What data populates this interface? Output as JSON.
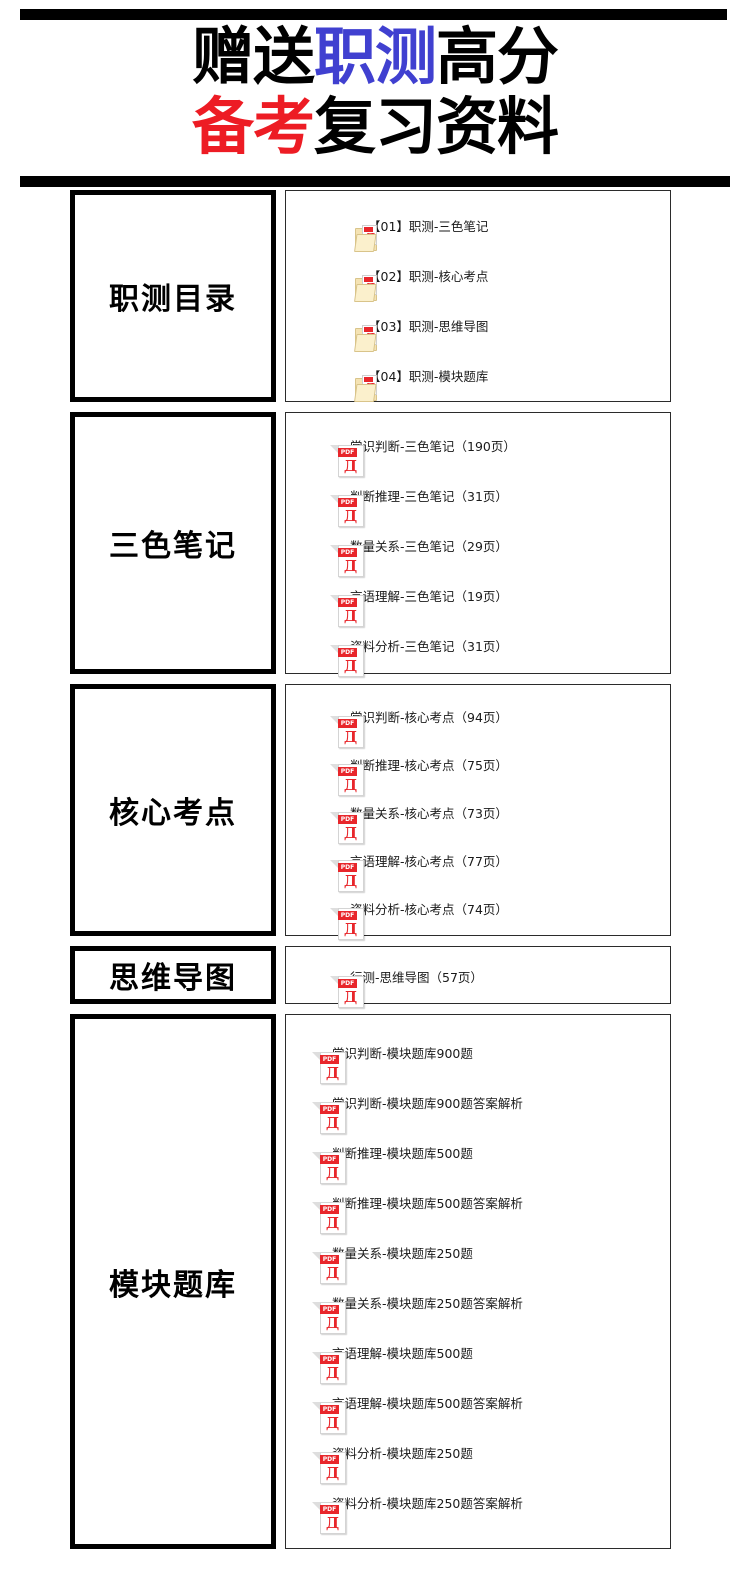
{
  "header": {
    "title_line_1": [
      {
        "text": "赠送",
        "color": "#000000"
      },
      {
        "text": "职测",
        "color": "#4040D0"
      },
      {
        "text": "高分",
        "color": "#000000"
      }
    ],
    "title_line_2": [
      {
        "text": "备考",
        "color": "#ED1C24"
      },
      {
        "text": "复习资料",
        "color": "#000000"
      }
    ],
    "accent_blue": "#4040D0",
    "accent_red": "#ED1C24",
    "rule_color": "#000000"
  },
  "sections": [
    {
      "label": "职测目录",
      "icon_type": "folder-pdf-icon",
      "items": [
        {
          "label": "【01】职测-三色笔记"
        },
        {
          "label": "【02】职测-核心考点"
        },
        {
          "label": "【03】职测-思维导图"
        },
        {
          "label": "【04】职测-模块题库"
        }
      ]
    },
    {
      "label": "三色笔记",
      "icon_type": "pdf-icon",
      "items": [
        {
          "label": "常识判断-三色笔记（190页）"
        },
        {
          "label": "判断推理-三色笔记（31页）"
        },
        {
          "label": "数量关系-三色笔记（29页）"
        },
        {
          "label": "言语理解-三色笔记（19页）"
        },
        {
          "label": "资料分析-三色笔记（31页）"
        }
      ]
    },
    {
      "label": "核心考点",
      "icon_type": "pdf-icon",
      "items": [
        {
          "label": "常识判断-核心考点（94页）"
        },
        {
          "label": "判断推理-核心考点（75页）"
        },
        {
          "label": "数量关系-核心考点（73页）"
        },
        {
          "label": "言语理解-核心考点（77页）"
        },
        {
          "label": "资料分析-核心考点（74页）"
        }
      ]
    },
    {
      "label": "思维导图",
      "icon_type": "pdf-icon",
      "items": [
        {
          "label": "行测-思维导图（57页）"
        }
      ]
    },
    {
      "label": "模块题库",
      "icon_type": "pdf-icon",
      "items": [
        {
          "label": "常识判断-模块题库900题"
        },
        {
          "label": "常识判断-模块题库900题答案解析"
        },
        {
          "label": "判断推理-模块题库500题"
        },
        {
          "label": "判断推理-模块题库500题答案解析"
        },
        {
          "label": "数量关系-模块题库250题"
        },
        {
          "label": "数量关系-模块题库250题答案解析"
        },
        {
          "label": "言语理解-模块题库500题"
        },
        {
          "label": "言语理解-模块题库500题答案解析"
        },
        {
          "label": "资料分析-模块题库250题"
        },
        {
          "label": "资料分析-模块题库250题答案解析"
        }
      ]
    }
  ],
  "icons": {
    "pdf_badge_text": "PDF",
    "pdf_glyph": "Д",
    "folder_glyph": "Д"
  }
}
